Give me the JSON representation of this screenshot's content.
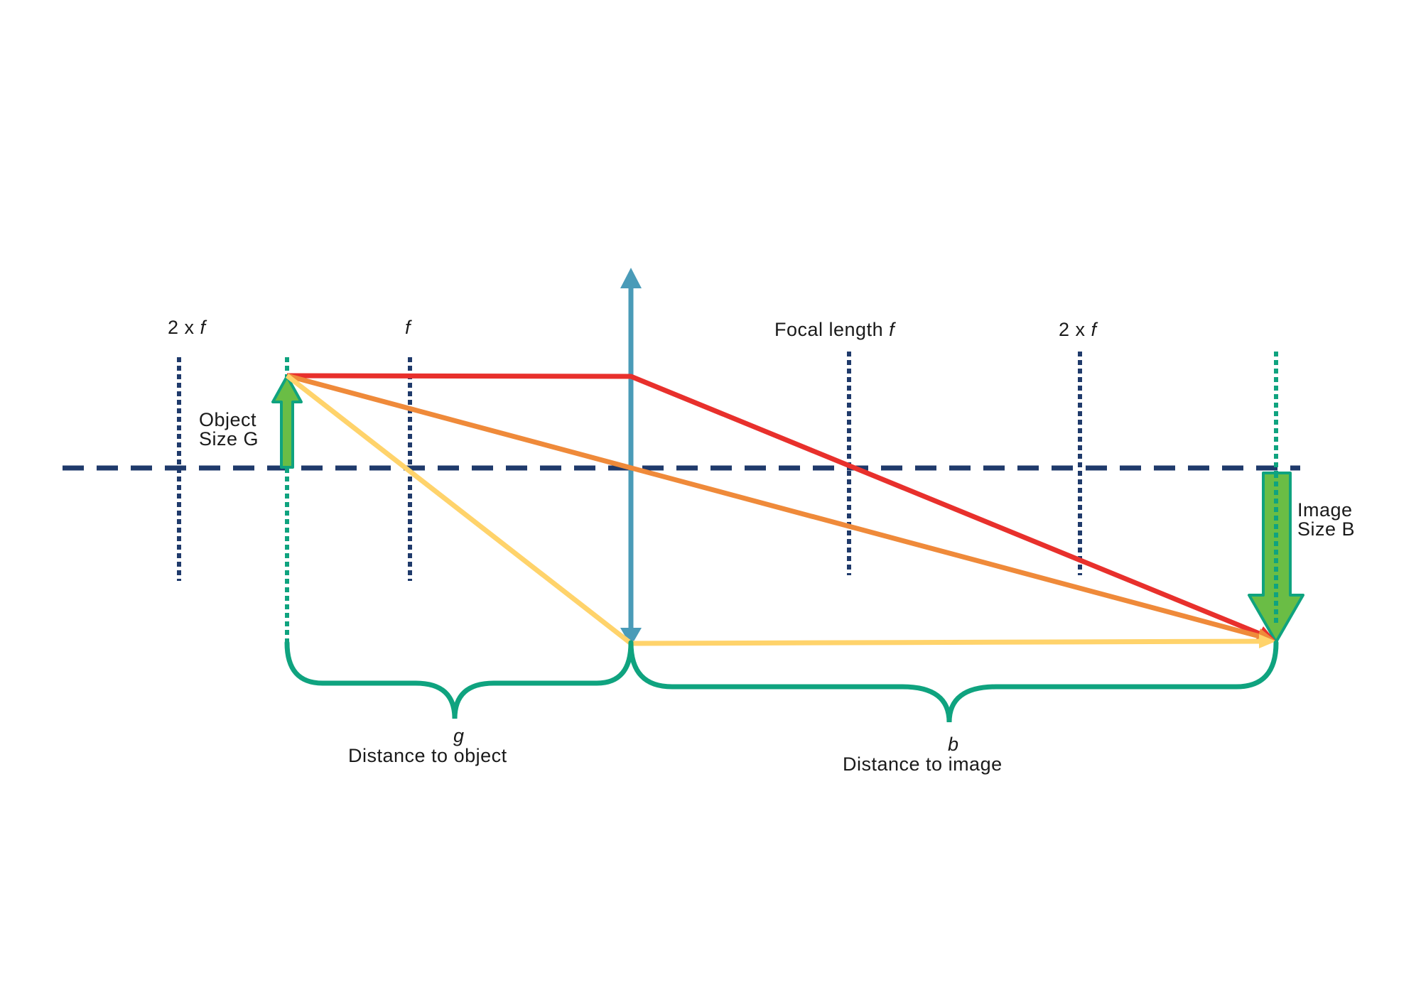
{
  "labels": {
    "two_f_left_prefix": "2 x ",
    "two_f_left_var": "f",
    "f_left": "f",
    "focal_length_prefix": "Focal length ",
    "focal_length_var": "f",
    "two_f_right_prefix": "2 x ",
    "two_f_right_var": "f",
    "object_line1": "Object",
    "object_line2": "Size G",
    "image_line1": "Image",
    "image_line2": "Size B",
    "g_var": "g",
    "g_caption": "Distance to object",
    "b_var": "b",
    "b_caption": "Distance to image"
  },
  "colors": {
    "optical_axis": "#1f3a6b",
    "focal_markers": "#1f3a6b",
    "lens": "#4a9bb8",
    "object_image_fill": "#6abd45",
    "object_image_stroke": "#0fa37f",
    "guide_lines": "#0fa37f",
    "braces": "#0fa37f",
    "ray_parallel": "#e8302c",
    "ray_center": "#ef8a3a",
    "ray_focal": "#ffd36b"
  }
}
